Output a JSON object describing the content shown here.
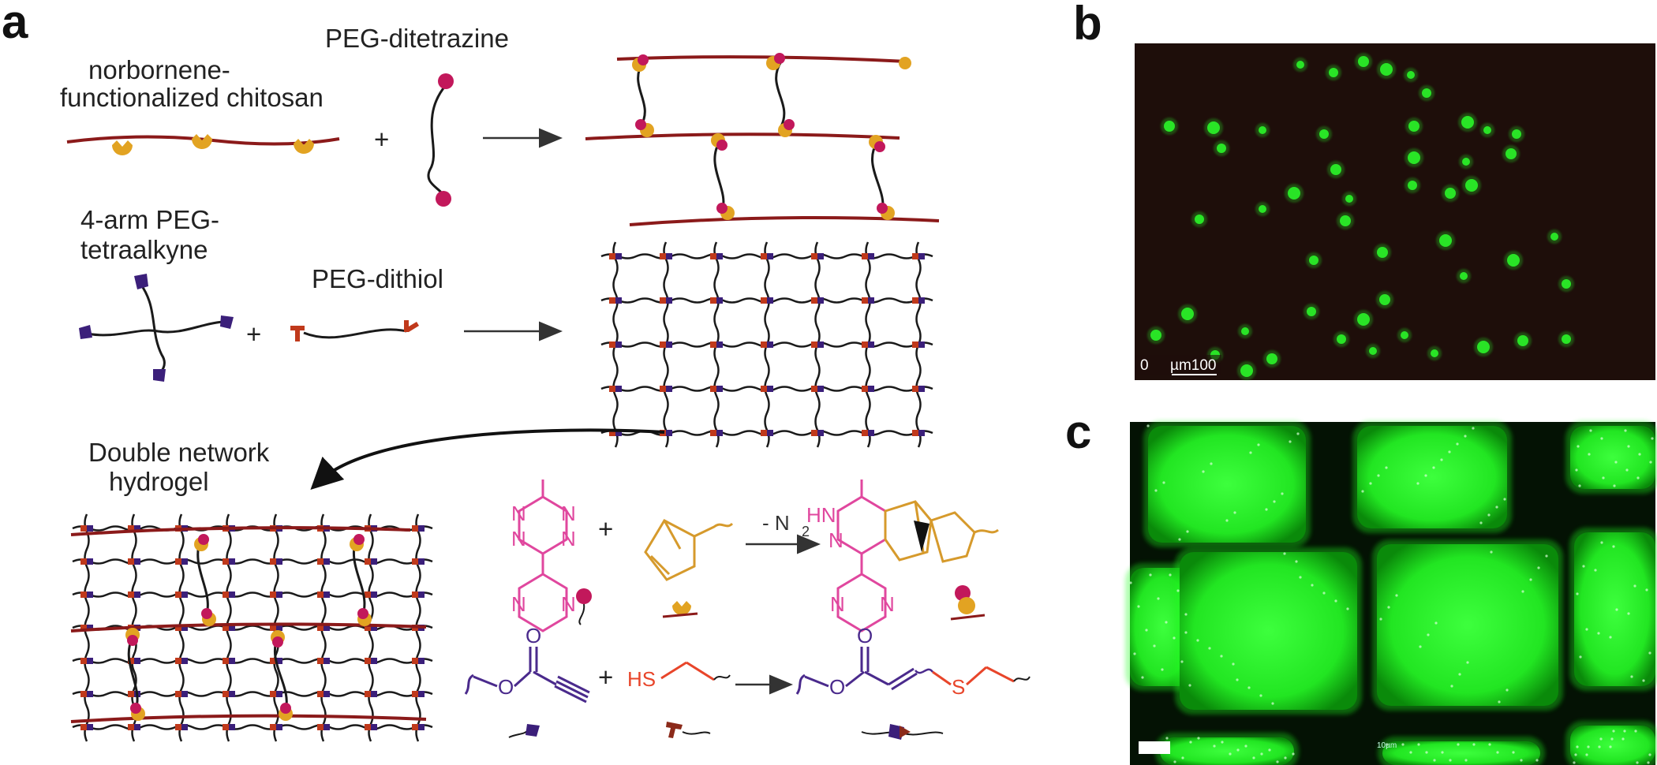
{
  "panels": {
    "a": "a",
    "b": "b",
    "c": "c"
  },
  "labels": {
    "norbornene_line1": "norbornene-",
    "norbornene_line2": "functionalized chitosan",
    "peg_ditetrazine": "PEG-ditetrazine",
    "arm_line1": "4-arm PEG-",
    "arm_line2": "tetraalkyne",
    "peg_dithiol": "PEG-dithiol",
    "dn_line1": "Double network",
    "dn_line2": "hydrogel",
    "plus": "+"
  },
  "chemistry": {
    "ring_n": "N",
    "hn": "HN",
    "n2_loss": "- N",
    "n2_sub": "2",
    "o": "O",
    "hs": "HS",
    "s": "S"
  },
  "micrograph_b": {
    "scale_zero": "0",
    "scale_label": "µm100"
  },
  "micrograph_c": {
    "scale_label": "10µm"
  },
  "colors": {
    "chitosan": "#8b1a1a",
    "norbornene": "#e2a322",
    "tetrazine": "#c2185b",
    "alkyne": "#3b1f7a",
    "thiol": "#c0391b",
    "peg": "#1a1a1a",
    "tetrazine_chem": "#e0479e",
    "norbornene_chem": "#d69a2c",
    "alkyne_chem": "#4a2a8c",
    "thiol_chem": "#e8452a",
    "gfp": "#2aff2a"
  }
}
